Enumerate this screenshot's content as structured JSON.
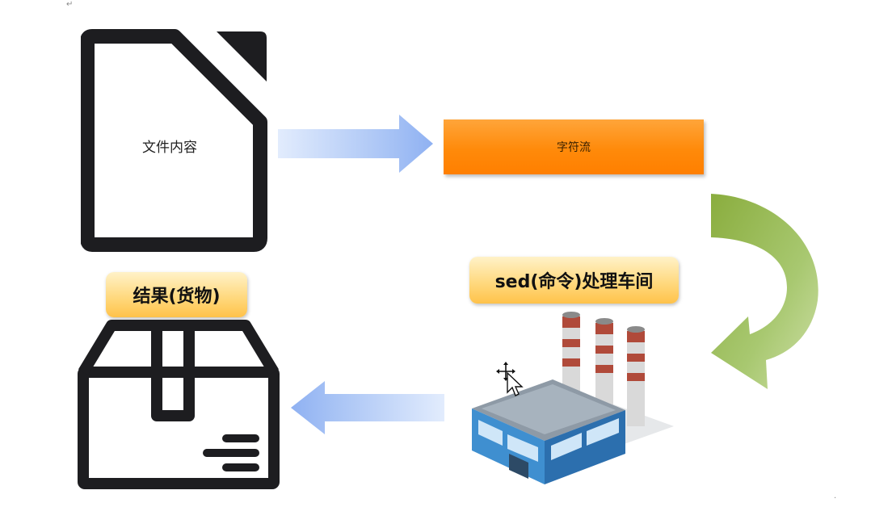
{
  "nodes": {
    "file_content": "文件内容",
    "char_stream": "字符流",
    "sed_workshop": "sed(命令)处理车间",
    "result": "结果(货物)"
  },
  "marks": {
    "top_left": "↵",
    "bottom_right": "·"
  },
  "icons": [
    "document-icon",
    "factory-icon",
    "box-icon",
    "move-cursor-icon"
  ],
  "colors": {
    "blue_arrow": "#a9c4f5",
    "orange_bar": "#ff8a0a",
    "green_arrow": "#9fbe5c",
    "pill": "#ffd779",
    "icon_dark": "#1d1d20"
  }
}
